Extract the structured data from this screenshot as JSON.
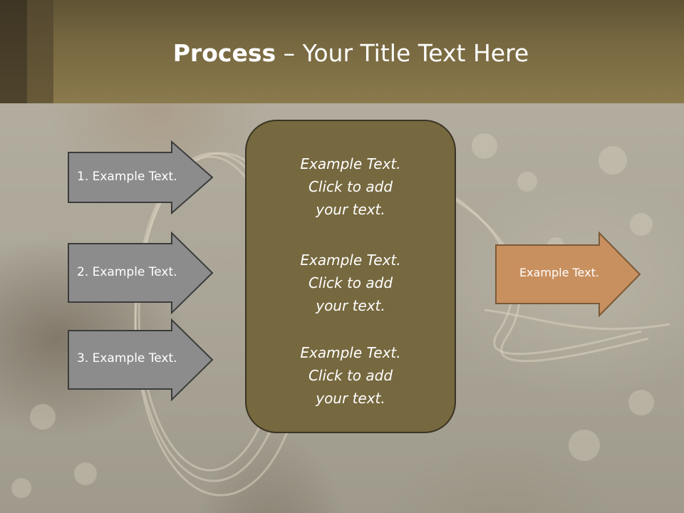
{
  "title": {
    "bold": "Process",
    "rest": " – Your Title Text Here"
  },
  "steps": [
    {
      "label": "1. Example Text."
    },
    {
      "label": "2. Example Text."
    },
    {
      "label": "3. Example Text."
    }
  ],
  "center_blocks": [
    {
      "lines": [
        "Example Text.",
        "Click  to add",
        "your text."
      ]
    },
    {
      "lines": [
        "Example Text.",
        "Click  to add",
        "your text."
      ]
    },
    {
      "lines": [
        "Example Text.",
        "Click  to add",
        "your text."
      ]
    }
  ],
  "output": {
    "label": "Example Text."
  },
  "colors": {
    "header": "#76673f",
    "step_arrow_fill": "#8c8c8c",
    "step_arrow_border": "#3c3c3c",
    "center_box_fill": "#76683f",
    "output_arrow_fill": "#c9905f",
    "output_arrow_border": "#7a5a38"
  }
}
